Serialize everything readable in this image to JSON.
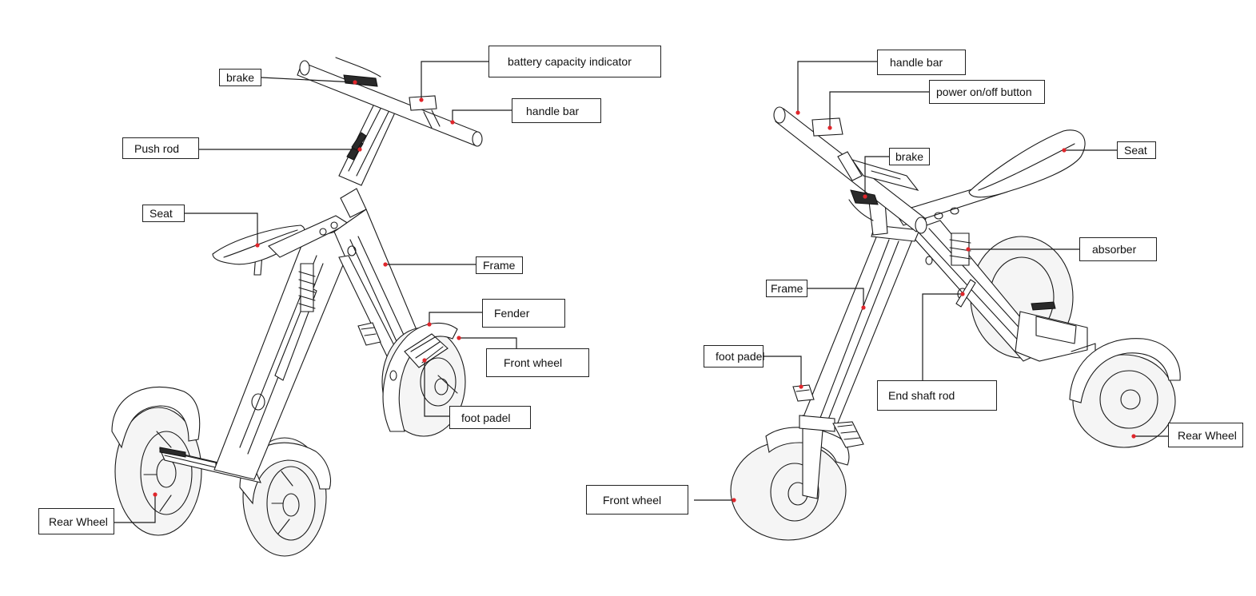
{
  "left_view": {
    "labels": {
      "brake": "brake",
      "battery": "battery capacity indicator",
      "handle_bar": "handle bar",
      "push_rod": "Push rod",
      "seat": "Seat",
      "frame": "Frame",
      "fender": "Fender",
      "front_wheel": "Front wheel",
      "foot_padel": "foot padel",
      "rear_wheel": "Rear Wheel"
    }
  },
  "right_view": {
    "labels": {
      "handle_bar": "handle bar",
      "power_button": "power on/off button",
      "brake": "brake",
      "seat": "Seat",
      "absorber": "absorber",
      "frame": "Frame",
      "foot_padel": "foot padel",
      "end_shaft_rod": "End shaft rod",
      "rear_wheel": "Rear Wheel",
      "front_wheel": "Front wheel"
    }
  },
  "colors": {
    "line": "#1a1a1a",
    "marker": "#e0262b",
    "background": "#ffffff"
  }
}
